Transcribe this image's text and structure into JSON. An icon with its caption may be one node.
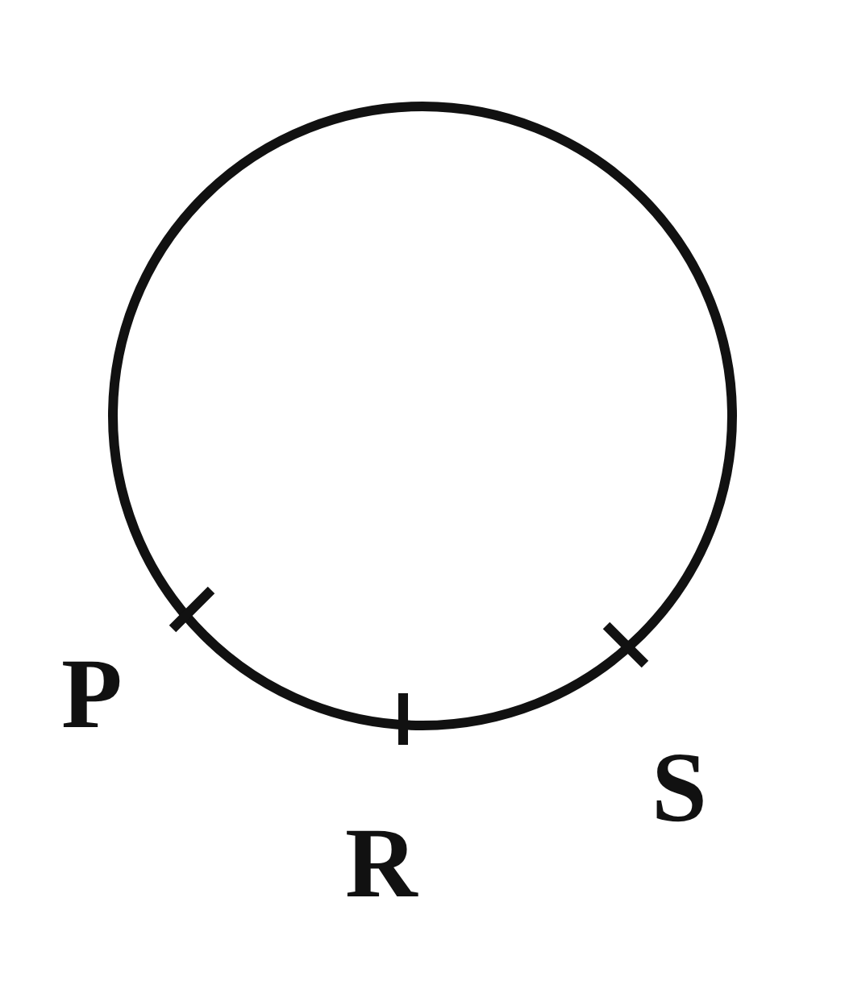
{
  "diagram": {
    "labels": [
      "P",
      "R",
      "S"
    ]
  }
}
